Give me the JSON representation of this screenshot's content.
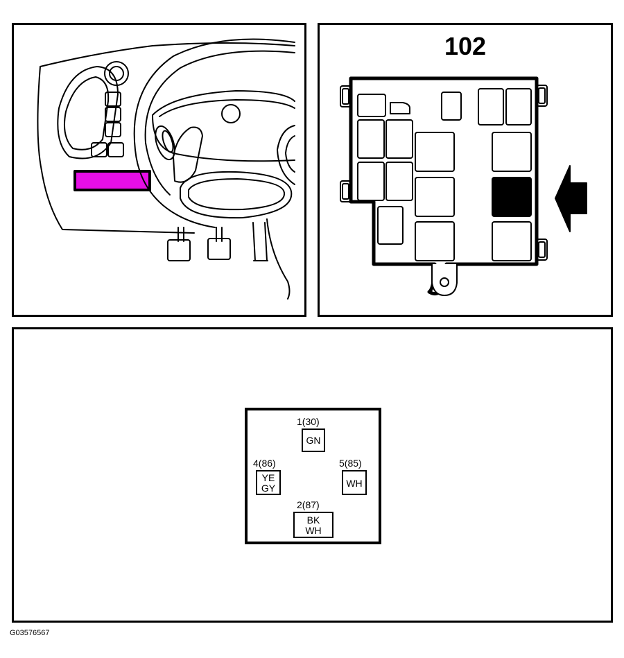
{
  "location_panel": {
    "fuse_box_number": "102"
  },
  "relay_connector": {
    "pins": [
      {
        "id": "1(30)",
        "wire": [
          "GN"
        ]
      },
      {
        "id": "4(86)",
        "wire": [
          "YE",
          "GY"
        ]
      },
      {
        "id": "5(85)",
        "wire": [
          "WH"
        ]
      },
      {
        "id": "2(87)",
        "wire": [
          "BK",
          "WH"
        ]
      }
    ]
  },
  "figure_code": "G03576567",
  "colors": {
    "highlight_magenta": "#e60ee6",
    "line": "#000000"
  }
}
